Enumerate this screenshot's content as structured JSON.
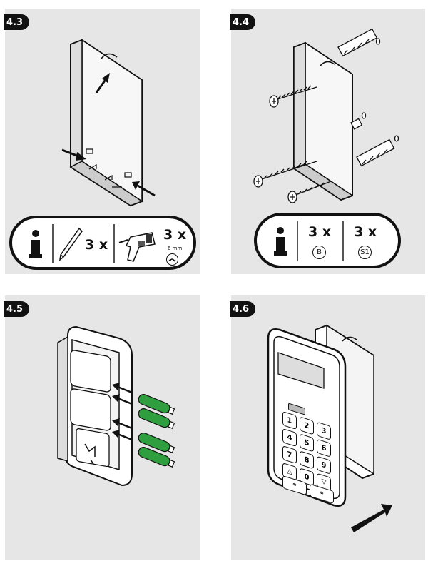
{
  "steps": [
    {
      "label": "4.3"
    },
    {
      "label": "4.4"
    },
    {
      "label": "4.5"
    },
    {
      "label": "4.6"
    }
  ],
  "step43_info": {
    "pencil_count": "3 x",
    "drill_count": "3 x",
    "drill_size": "6 mm",
    "icons": [
      "info-icon",
      "pencil-icon",
      "drill-icon",
      "drill-bit-icon"
    ]
  },
  "step44_info": {
    "screw_count": "3 x",
    "screw_code": "B",
    "plug_count": "3 x",
    "plug_code": "S1",
    "icons": [
      "info-icon"
    ]
  },
  "keypad": {
    "keys": [
      "1",
      "2",
      "3",
      "4",
      "5",
      "6",
      "7",
      "8",
      "9",
      "0"
    ]
  },
  "colors": {
    "panel": "#e6e6e6",
    "battery": "#2e9e3e",
    "ink": "#111111"
  }
}
